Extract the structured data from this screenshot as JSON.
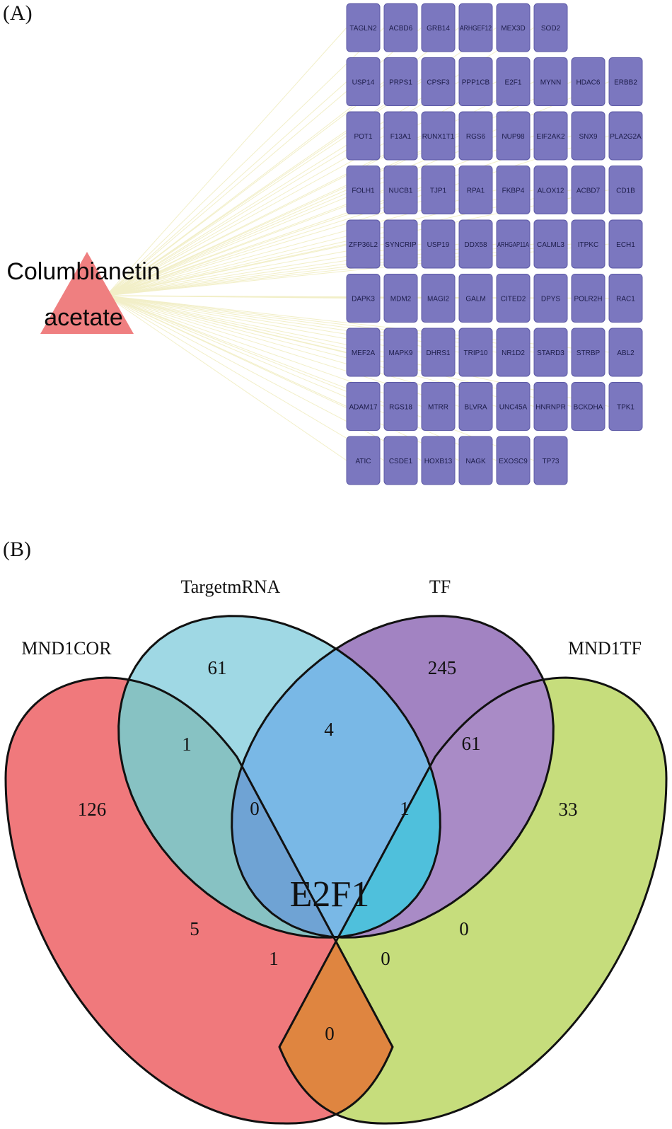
{
  "panel_a": {
    "label": "(A)",
    "drug": {
      "line1": "Columbianetin",
      "line2": "acetate"
    },
    "colors": {
      "drug": "#ef7f80",
      "gene_fill": "#7b77bf",
      "gene_stroke": "#5d5aa6",
      "edge": "#f2efc8"
    },
    "genes": [
      [
        "TAGLN2",
        "ACBD6",
        "GRB14",
        "ARHGEF12",
        "MEX3D",
        "SOD2"
      ],
      [
        "USP14",
        "PRPS1",
        "CPSF3",
        "PPP1CB",
        "E2F1",
        "MYNN",
        "HDAC6",
        "ERBB2"
      ],
      [
        "POT1",
        "F13A1",
        "RUNX1T1",
        "RGS6",
        "NUP98",
        "EIF2AK2",
        "SNX9",
        "PLA2G2A"
      ],
      [
        "FOLH1",
        "NUCB1",
        "TJP1",
        "RPA1",
        "FKBP4",
        "ALOX12",
        "ACBD7",
        "CD1B"
      ],
      [
        "ZFP36L2",
        "SYNCRIP",
        "USP19",
        "DDX58",
        "ARHGAP11A",
        "CALML3",
        "ITPKC",
        "ECH1"
      ],
      [
        "DAPK3",
        "MDM2",
        "MAGI2",
        "GALM",
        "CITED2",
        "DPYS",
        "POLR2H",
        "RAC1"
      ],
      [
        "MEF2A",
        "MAPK9",
        "DHRS1",
        "TRIP10",
        "NR1D2",
        "STARD3",
        "STRBP",
        "ABL2"
      ],
      [
        "ADAM17",
        "RGS18",
        "MTRR",
        "BLVRA",
        "UNC45A",
        "HNRNPR",
        "BCKDHA",
        "TPK1"
      ],
      [
        "ATIC",
        "CSDE1",
        "HOXB13",
        "NAGK",
        "EXOSC9",
        "TP73"
      ]
    ]
  },
  "panel_b": {
    "label": "(B)",
    "sets": {
      "mnd1cor": {
        "name": "MND1COR",
        "color": "#f0797c"
      },
      "targetmrna": {
        "name": "TargetmRNA",
        "color": "#9fd8e4"
      },
      "tf": {
        "name": "TF",
        "color": "#a283c2"
      },
      "mnd1tf": {
        "name": "MND1TF",
        "color": "#c6dd7c"
      }
    },
    "regions": {
      "only_targetmrna": "61",
      "only_tf": "245",
      "only_mnd1cor": "126",
      "only_mnd1tf": "33",
      "mnd1cor_targetmrna": "1",
      "targetmrna_tf": "4",
      "tf_mnd1tf": "61",
      "mnd1cor_targetmrna_tf": "0",
      "targetmrna_tf_mnd1tf": "1",
      "all_four": "E2F1",
      "mnd1cor_tf": "5",
      "targetmrna_mnd1tf": "0",
      "mnd1cor_tf_mnd1tf": "1",
      "mnd1cor_targetmrna_mnd1tf": "0",
      "mnd1cor_mnd1tf": "0"
    },
    "region_colors": {
      "mnd1cor_targetmrna": "#87c2c3",
      "targetmrna_tf": "#79b8e6",
      "tf_mnd1tf": "#a98bc6",
      "mnd1cor_targetmrna_tf": "#6fa3d4",
      "targetmrna_tf_mnd1tf": "#4fc0dc",
      "all_four": "#5a97cc",
      "mnd1cor_tf": "#a64e9c",
      "targetmrna_mnd1tf": "#8fcfb1",
      "mnd1cor_tf_mnd1tf": "#a63c93",
      "mnd1cor_targetmrna_mnd1tf": "#66b39a",
      "mnd1cor_mnd1tf": "#df8540"
    }
  }
}
